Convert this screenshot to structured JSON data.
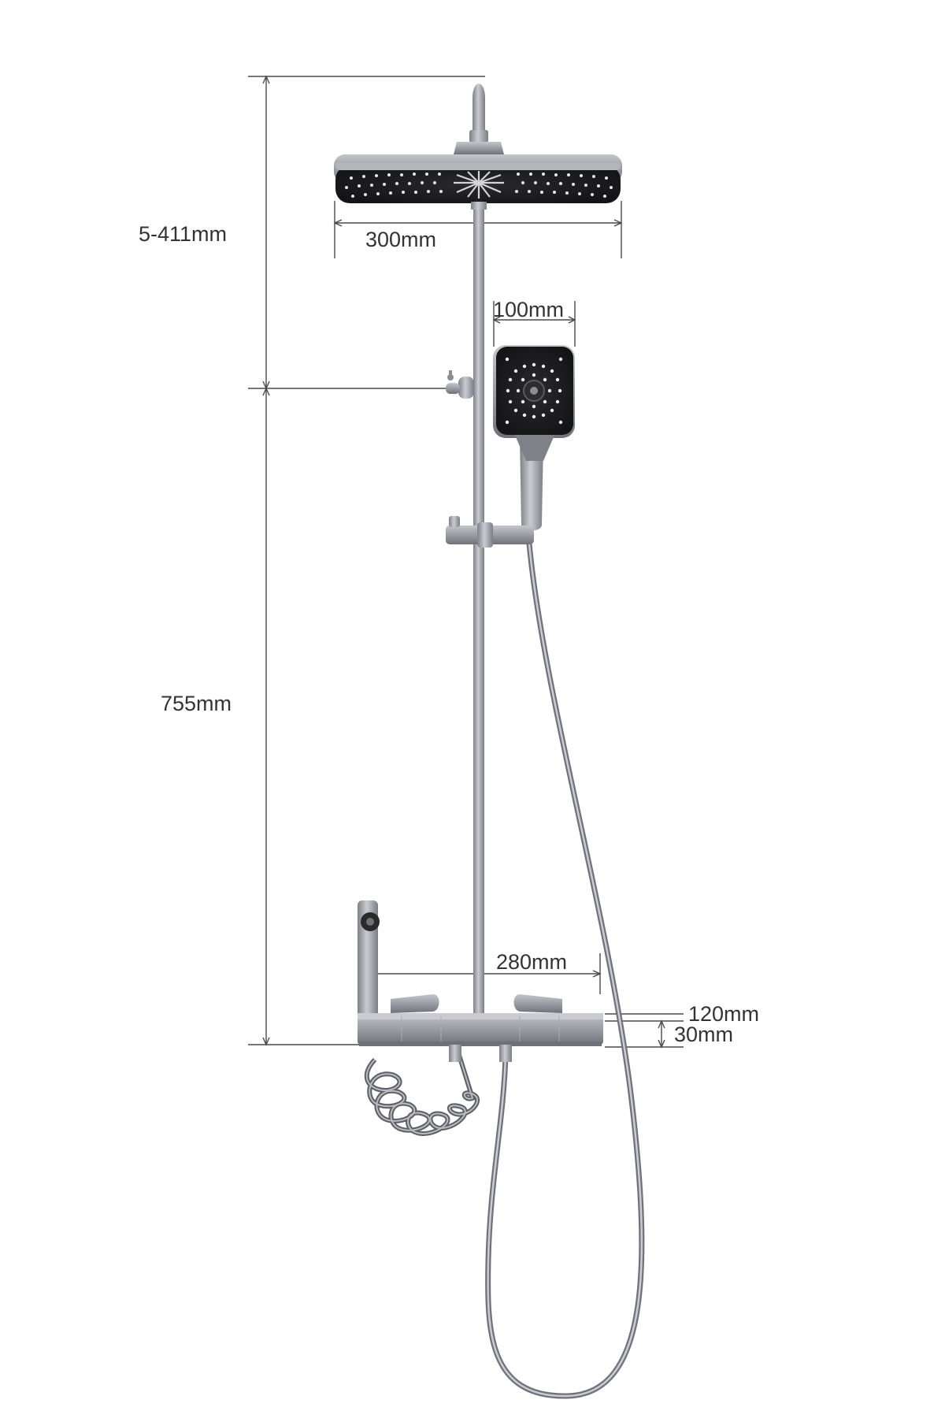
{
  "dimensions": {
    "upper_height": "5-411mm",
    "lower_height": "755mm",
    "rain_head_width": "300mm",
    "hand_shower_width": "100mm",
    "shelf_width": "280mm",
    "shelf_depth": "120mm",
    "shelf_height": "30mm"
  },
  "icons": {
    "rain_head": "rain-shower-head-icon",
    "hand_shower": "hand-shower-icon",
    "bidet_sprayer": "bidet-sprayer-icon"
  },
  "colors": {
    "chrome": "#9a9da3",
    "chrome_dark": "#6e7178",
    "nozzle_face": "#1a1a1c",
    "dimension_line": "#4a4a4a",
    "label_text": "#333333",
    "background": "#ffffff"
  }
}
